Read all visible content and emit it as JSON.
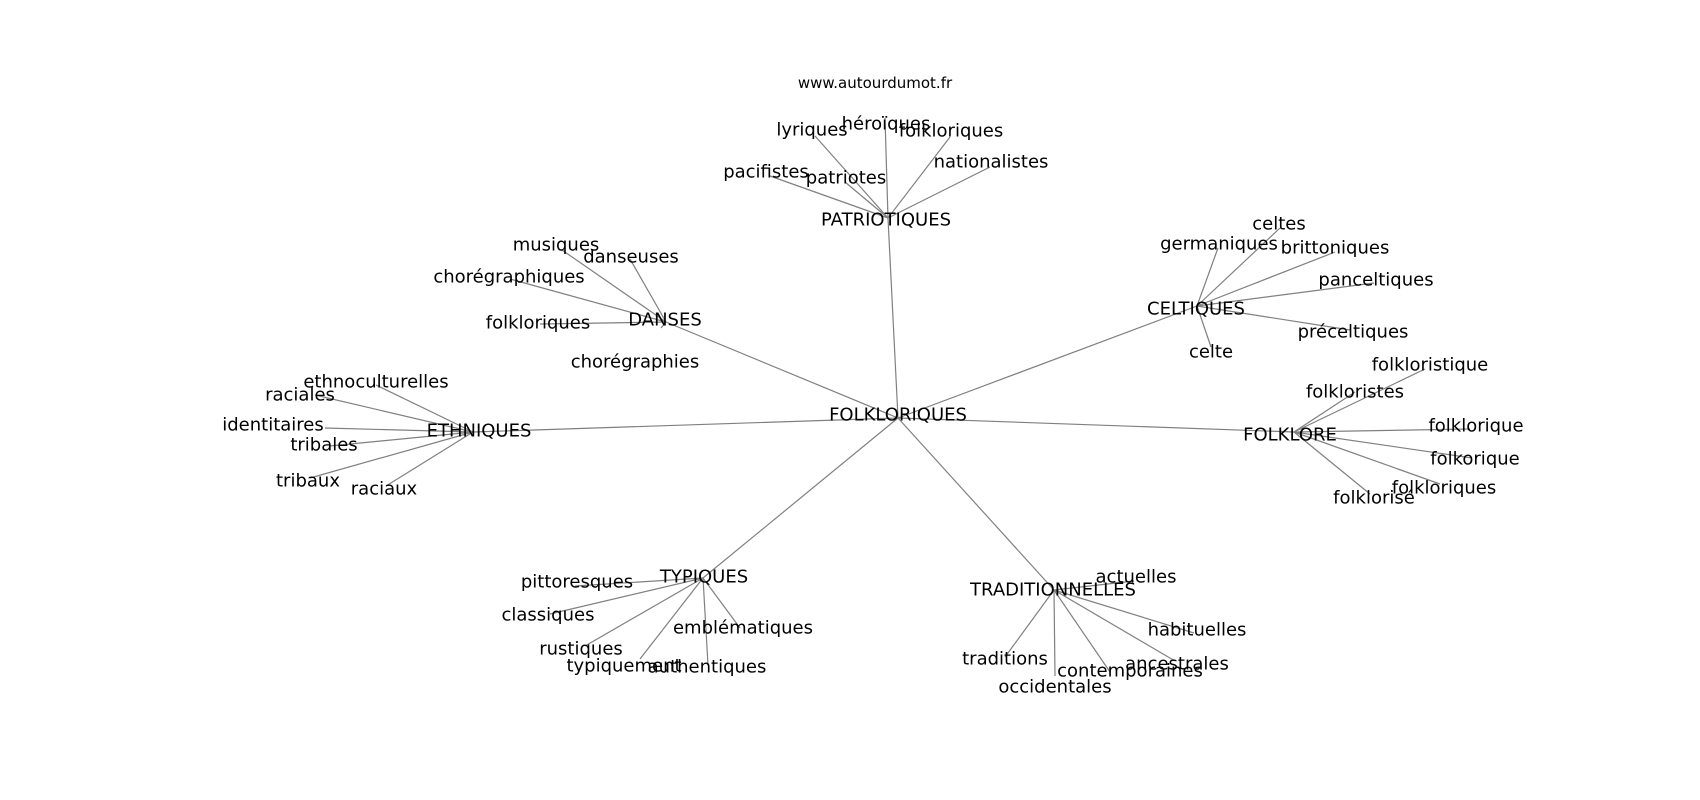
{
  "source": "www.autourdumot.fr",
  "center": "FOLKLORIQUES",
  "groups": [
    {
      "label": "PATRIOTIQUES",
      "words": [
        "lyriques",
        "héroïques",
        "folkloriques",
        "pacifistes",
        "patriotes",
        "nationalistes"
      ]
    },
    {
      "label": "CELTIQUES",
      "words": [
        "celtes",
        "germaniques",
        "brittoniques",
        "panceltiques",
        "préceltiques",
        "celte"
      ]
    },
    {
      "label": "FOLKLORE",
      "words": [
        "folkloristique",
        "folkloristes",
        "folklorique",
        "folkorique",
        "folkloriques",
        "folklorisé"
      ]
    },
    {
      "label": "TRADITIONNELLES",
      "words": [
        "actuelles",
        "habituelles",
        "ancestrales",
        "contemporaines",
        "occidentales",
        "traditions"
      ]
    },
    {
      "label": "TYPIQUES",
      "words": [
        "pittoresques",
        "classiques",
        "rustiques",
        "typiquement",
        "authentiques",
        "emblématiques"
      ]
    },
    {
      "label": "ETHNIQUES",
      "words": [
        "ethnoculturelles",
        "raciales",
        "identitaires",
        "tribales",
        "tribaux",
        "raciaux"
      ]
    },
    {
      "label": "DANSES",
      "words": [
        "musiques",
        "danseuses",
        "chorégraphiques",
        "folkloriques",
        "chorégraphies"
      ]
    }
  ],
  "colors": {
    "edge": "#808080",
    "text": "#000000",
    "background": "#ffffff"
  }
}
